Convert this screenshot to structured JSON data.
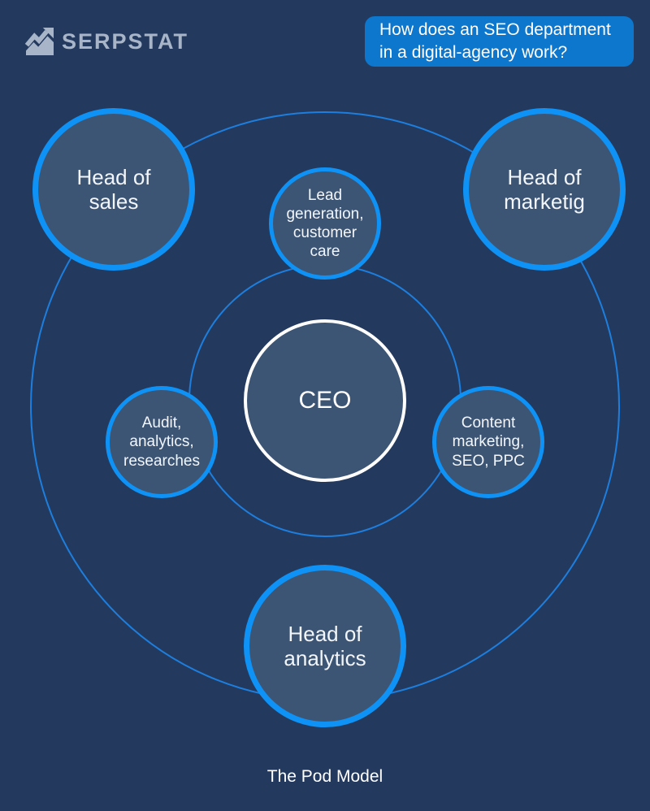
{
  "page": {
    "caption": "The Pod Model",
    "background_color": "#233a5e"
  },
  "header": {
    "logo": {
      "text": "SERPSTAT",
      "icon": "chart-arrow",
      "color": "#a8b5c9"
    },
    "badge": {
      "text": "How does an SEO department\nin a digital-agency work?",
      "background_color": "#0d76cd",
      "text_color": "#ffffff"
    }
  },
  "colors": {
    "node_fill": "#3d5575",
    "node_border": "#0f92f6",
    "ring_line": "#1d7ede",
    "ceo_border": "#ffffff"
  },
  "diagram": {
    "center": {
      "label": "CEO"
    },
    "nodes": [
      {
        "id": "head-of-sales",
        "label": "Head of\nsales"
      },
      {
        "id": "head-of-marketing",
        "label": "Head of\nmarketig"
      },
      {
        "id": "lead-generation",
        "label": "Lead\ngeneration,\ncustomer\ncare"
      },
      {
        "id": "audit-analytics",
        "label": "Audit,\nanalytics,\nresearches"
      },
      {
        "id": "content-marketing",
        "label": "Content\nmarketing,\nSEO, PPC"
      },
      {
        "id": "head-of-analytics",
        "label": "Head of\nanalytics"
      }
    ]
  }
}
